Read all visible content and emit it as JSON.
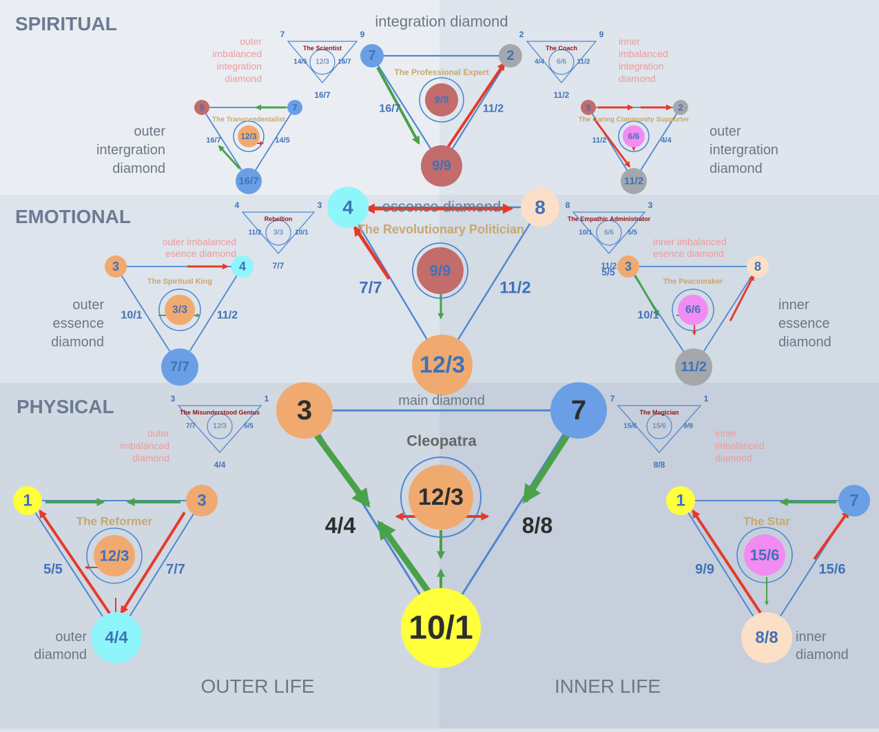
{
  "colors": {
    "blue": "#6a9fe6",
    "red": "#c26c6c",
    "gray": "#a4a8ac",
    "orange": "#f0aa70",
    "cyan": "#8ef6fb",
    "peach": "#fbdfc6",
    "yellow": "#ffff3c",
    "pink": "#f28cf2",
    "line": "#4d86cf",
    "text": "#3f72b8",
    "dark": "#2e2e2e",
    "label": "#6b7686",
    "green": "#4aa14a",
    "redArrow": "#e53a2a",
    "tan": "#c9a76c",
    "pinkText": "#ee9a9a",
    "maroon": "#8b1414"
  },
  "sections": {
    "spiritual": "SPIRITUAL",
    "emotional": "EMOTIONAL",
    "physical": "PHYSICAL"
  },
  "footer": {
    "outer_life": "OUTER LIFE",
    "inner_life": "INNER LIFE"
  },
  "labels": [
    {
      "id": "integration-diamond",
      "text": "integration diamond"
    },
    {
      "id": "outer-imb-int-1",
      "text": "outer"
    },
    {
      "id": "outer-imb-int-2",
      "text": "imbalanced"
    },
    {
      "id": "outer-imb-int-3",
      "text": "integration"
    },
    {
      "id": "outer-imb-int-4",
      "text": "diamond"
    },
    {
      "id": "inner-imb-int-1",
      "text": "inner"
    },
    {
      "id": "inner-imb-int-2",
      "text": "imbalanced"
    },
    {
      "id": "inner-imb-int-3",
      "text": "integration"
    },
    {
      "id": "inner-imb-int-4",
      "text": "diamond"
    },
    {
      "id": "outer-intergration-1",
      "text": "outer"
    },
    {
      "id": "outer-intergration-2",
      "text": "intergration"
    },
    {
      "id": "outer-intergration-3",
      "text": "diamond"
    },
    {
      "id": "inner-intergration-1",
      "text": "outer"
    },
    {
      "id": "inner-intergration-2",
      "text": "intergration"
    },
    {
      "id": "inner-intergration-3",
      "text": "diamond"
    },
    {
      "id": "essence-diamond",
      "text": "essence diamond"
    },
    {
      "id": "outer-imb-ess-1",
      "text": "outer imbalanced"
    },
    {
      "id": "outer-imb-ess-2",
      "text": "esence diamond"
    },
    {
      "id": "inner-imb-ess-1",
      "text": "inner imbalanced"
    },
    {
      "id": "inner-imb-ess-2",
      "text": "esence diamond"
    },
    {
      "id": "outer-ess-1",
      "text": "outer"
    },
    {
      "id": "outer-ess-2",
      "text": "essence"
    },
    {
      "id": "outer-ess-3",
      "text": "diamond"
    },
    {
      "id": "inner-ess-1",
      "text": "inner"
    },
    {
      "id": "inner-ess-2",
      "text": "essence"
    },
    {
      "id": "inner-ess-3",
      "text": "diamond"
    },
    {
      "id": "main-diamond",
      "text": "main diamond"
    },
    {
      "id": "outer-imb-phys-1",
      "text": "outer"
    },
    {
      "id": "outer-imb-phys-2",
      "text": "imbalanced"
    },
    {
      "id": "outer-imb-phys-3",
      "text": "diamond"
    },
    {
      "id": "inner-imb-phys-1",
      "text": "inner"
    },
    {
      "id": "inner-imb-phys-2",
      "text": "imbalanced"
    },
    {
      "id": "inner-imb-phys-3",
      "text": "diamond"
    },
    {
      "id": "outer-diamond-1",
      "text": "outer"
    },
    {
      "id": "outer-diamond-2",
      "text": "diamond"
    },
    {
      "id": "inner-diamond-1",
      "text": "inner"
    },
    {
      "id": "inner-diamond-2",
      "text": "diamond"
    }
  ],
  "triangle_titles": [
    {
      "id": "the-scientist",
      "text": "The Scientist"
    },
    {
      "id": "the-coach",
      "text": "The Coach"
    },
    {
      "id": "rebellion",
      "text": "Rebellion"
    },
    {
      "id": "the-empathic-administrator",
      "text": "The Empathic Administrator"
    },
    {
      "id": "the-misunderstood-genius",
      "text": "The Misunderstood Genius"
    },
    {
      "id": "the-magician",
      "text": "The Magician"
    },
    {
      "id": "the-professional-expert",
      "text": "The Professional Expert"
    },
    {
      "id": "the-transcendentalist",
      "text": "The Transcendentalist"
    },
    {
      "id": "the-caring-community-supporter",
      "text": "The Caring Community Supporter"
    },
    {
      "id": "the-revolutionary-politician",
      "text": "The Revolutionary Politician"
    },
    {
      "id": "the-spiritual-king",
      "text": "The Spiritual King"
    },
    {
      "id": "the-peacemaker",
      "text": "The Peacemaker"
    },
    {
      "id": "cleopatra",
      "text": "Cleopatra"
    },
    {
      "id": "the-reformer",
      "text": "The Reformer"
    },
    {
      "id": "the-star",
      "text": "The Star"
    }
  ],
  "numbers": [
    "7",
    "9",
    "12/3",
    "14/5",
    "16/7",
    "16/7",
    "2",
    "9",
    "6/6",
    "4/4",
    "11/2",
    "11/2",
    "4",
    "3",
    "3/3",
    "11/2",
    "10/1",
    "7/7",
    "8",
    "3",
    "6/6",
    "10/1",
    "5/5",
    "11/2",
    "3",
    "1",
    "12/3",
    "7/7",
    "5/5",
    "4/4",
    "7",
    "1",
    "15/6",
    "15/6",
    "9/9",
    "8/8",
    "7",
    "2",
    "9/9",
    "9/9",
    "16/7",
    "11/2",
    "9",
    "7",
    "12/3",
    "16/7",
    "16/7",
    "14/5",
    "9",
    "2",
    "6/6",
    "11/2",
    "11/2",
    "4/4",
    "4",
    "8",
    "9/9",
    "12/3",
    "7/7",
    "11/2",
    "3",
    "4",
    "3/3",
    "7/7",
    "10/1",
    "11/2",
    "3",
    "8",
    "6/6",
    "11/2",
    "5/5",
    "10/1",
    "3",
    "7",
    "12/3",
    "10/1",
    "4/4",
    "8/8",
    "1",
    "3",
    "12/3",
    "4/4",
    "5/5",
    "7/7",
    "1",
    "7",
    "15/6",
    "8/8",
    "9/9",
    "15/6"
  ]
}
